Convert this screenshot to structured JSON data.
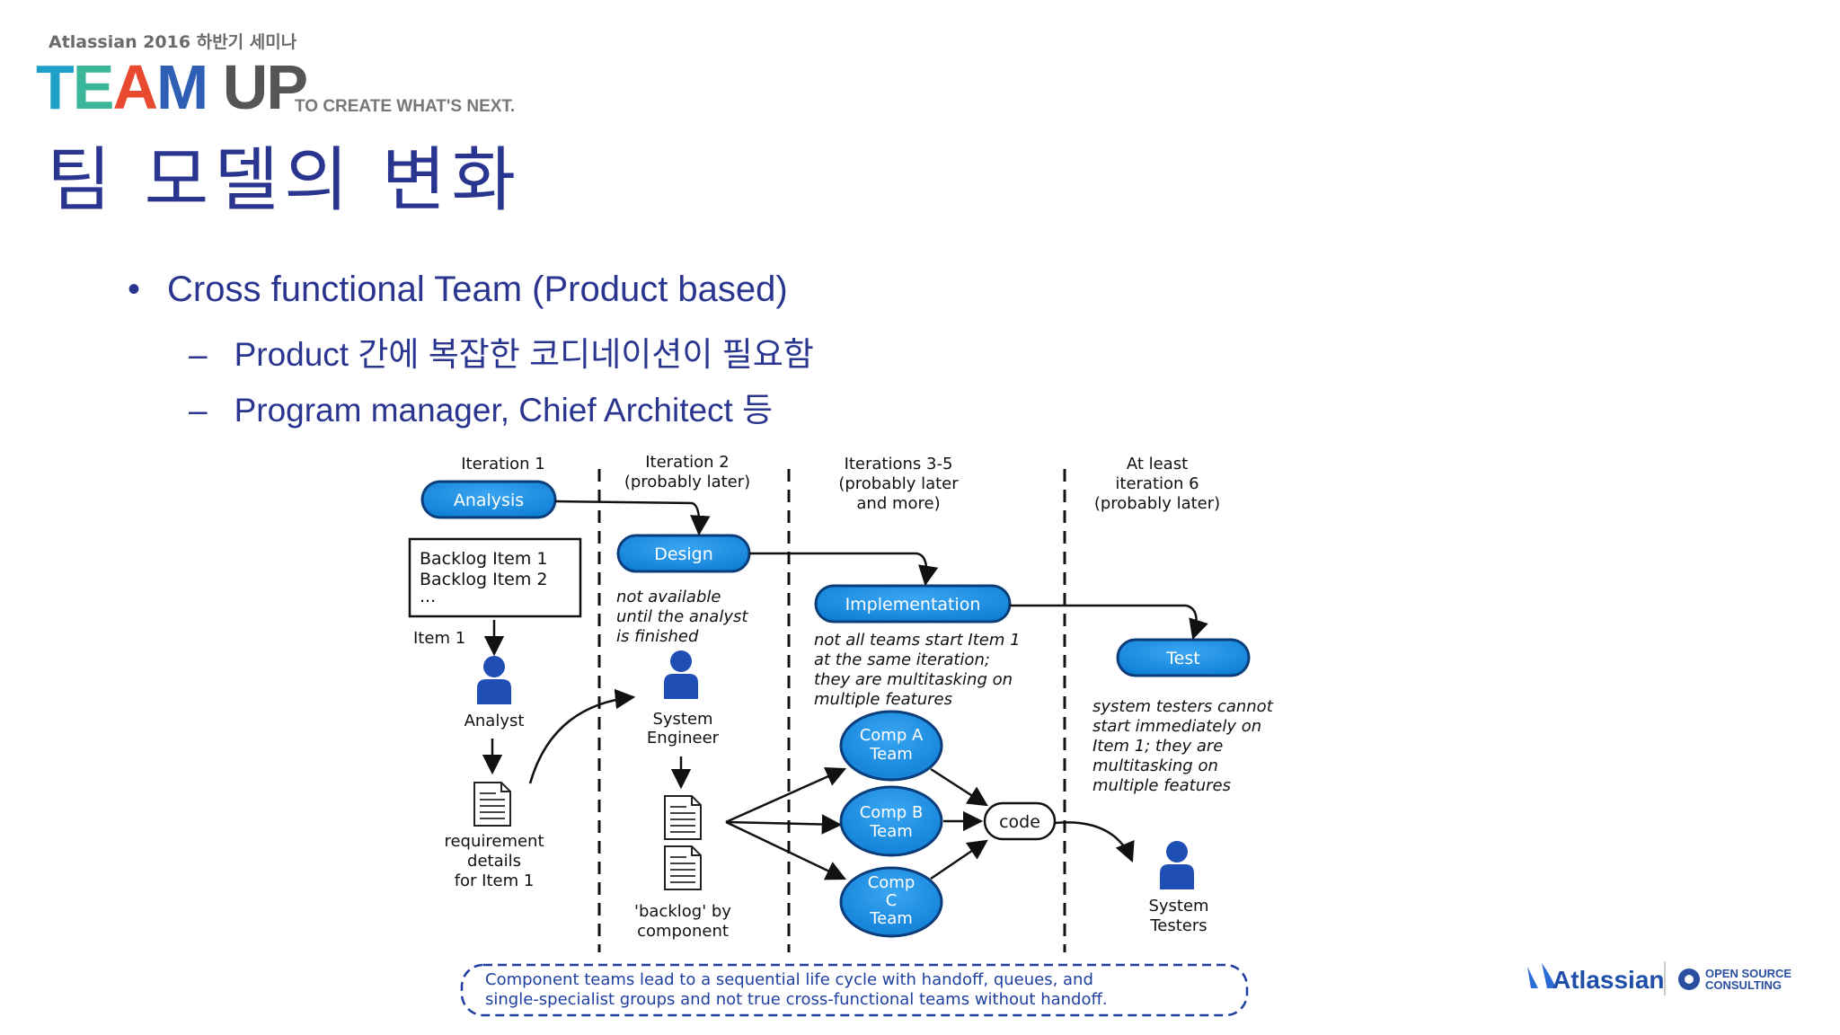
{
  "header": {
    "seminar": "Atlassian 2016 하반기 세미나",
    "logo": {
      "t1": "T",
      "t2": "E",
      "t3": "A",
      "t4": "M",
      "t5": " UP"
    },
    "tagline": "TO CREATE WHAT'S NEXT."
  },
  "title": "팀 모델의 변화",
  "bullets": {
    "main": "Cross functional Team (Product based)",
    "sub1": "Product 간에 복잡한 코디네이션이 필요함",
    "sub2": "Program manager, Chief Architect 등",
    "bullet_marker": "•",
    "dash_marker": "–"
  },
  "diagram": {
    "columns": {
      "c1": [
        "Iteration 1"
      ],
      "c2": [
        "Iteration 2",
        "(probably later)"
      ],
      "c3": [
        "Iterations 3-5",
        "(probably later",
        "and more)"
      ],
      "c4": [
        "At least",
        "iteration 6",
        "(probably later)"
      ]
    },
    "phases": {
      "analysis": "Analysis",
      "design": "Design",
      "implementation": "Implementation",
      "test": "Test"
    },
    "backlog": [
      "Backlog Item 1",
      "Backlog Item 2",
      "..."
    ],
    "item1": "Item 1",
    "analyst": "Analyst",
    "req_details": [
      "requirement",
      "details",
      "for Item 1"
    ],
    "design_note": [
      "not available",
      "until the analyst",
      "is finished"
    ],
    "system_engineer": [
      "System",
      "Engineer"
    ],
    "backlog_by_component": [
      "'backlog' by",
      "component"
    ],
    "impl_note": [
      "not all teams start Item 1",
      "at the same iteration;",
      "they are multitasking on",
      "multiple features"
    ],
    "teams": {
      "a": [
        "Comp A",
        "Team"
      ],
      "b": [
        "Comp B",
        "Team"
      ],
      "c": [
        "Comp",
        "C",
        "Team"
      ]
    },
    "code": "code",
    "test_note": [
      "system testers cannot",
      "start immediately on",
      "Item 1; they are",
      "multitasking on",
      "multiple features"
    ],
    "system_testers": [
      "System",
      "Testers"
    ],
    "caption": [
      "Component teams lead to a sequential life cycle with handoff, queues, and",
      "single-specialist groups and not true cross-functional teams without handoff."
    ]
  },
  "footer": {
    "atlassian": "Atlassian",
    "osc": [
      "OPEN SOURCE",
      "CONSULTING"
    ]
  },
  "colors": {
    "title": "#2a3590",
    "node": "#1a8fe3",
    "node_stroke": "#0a3d7a",
    "caption_text": "#1f3fa0"
  }
}
